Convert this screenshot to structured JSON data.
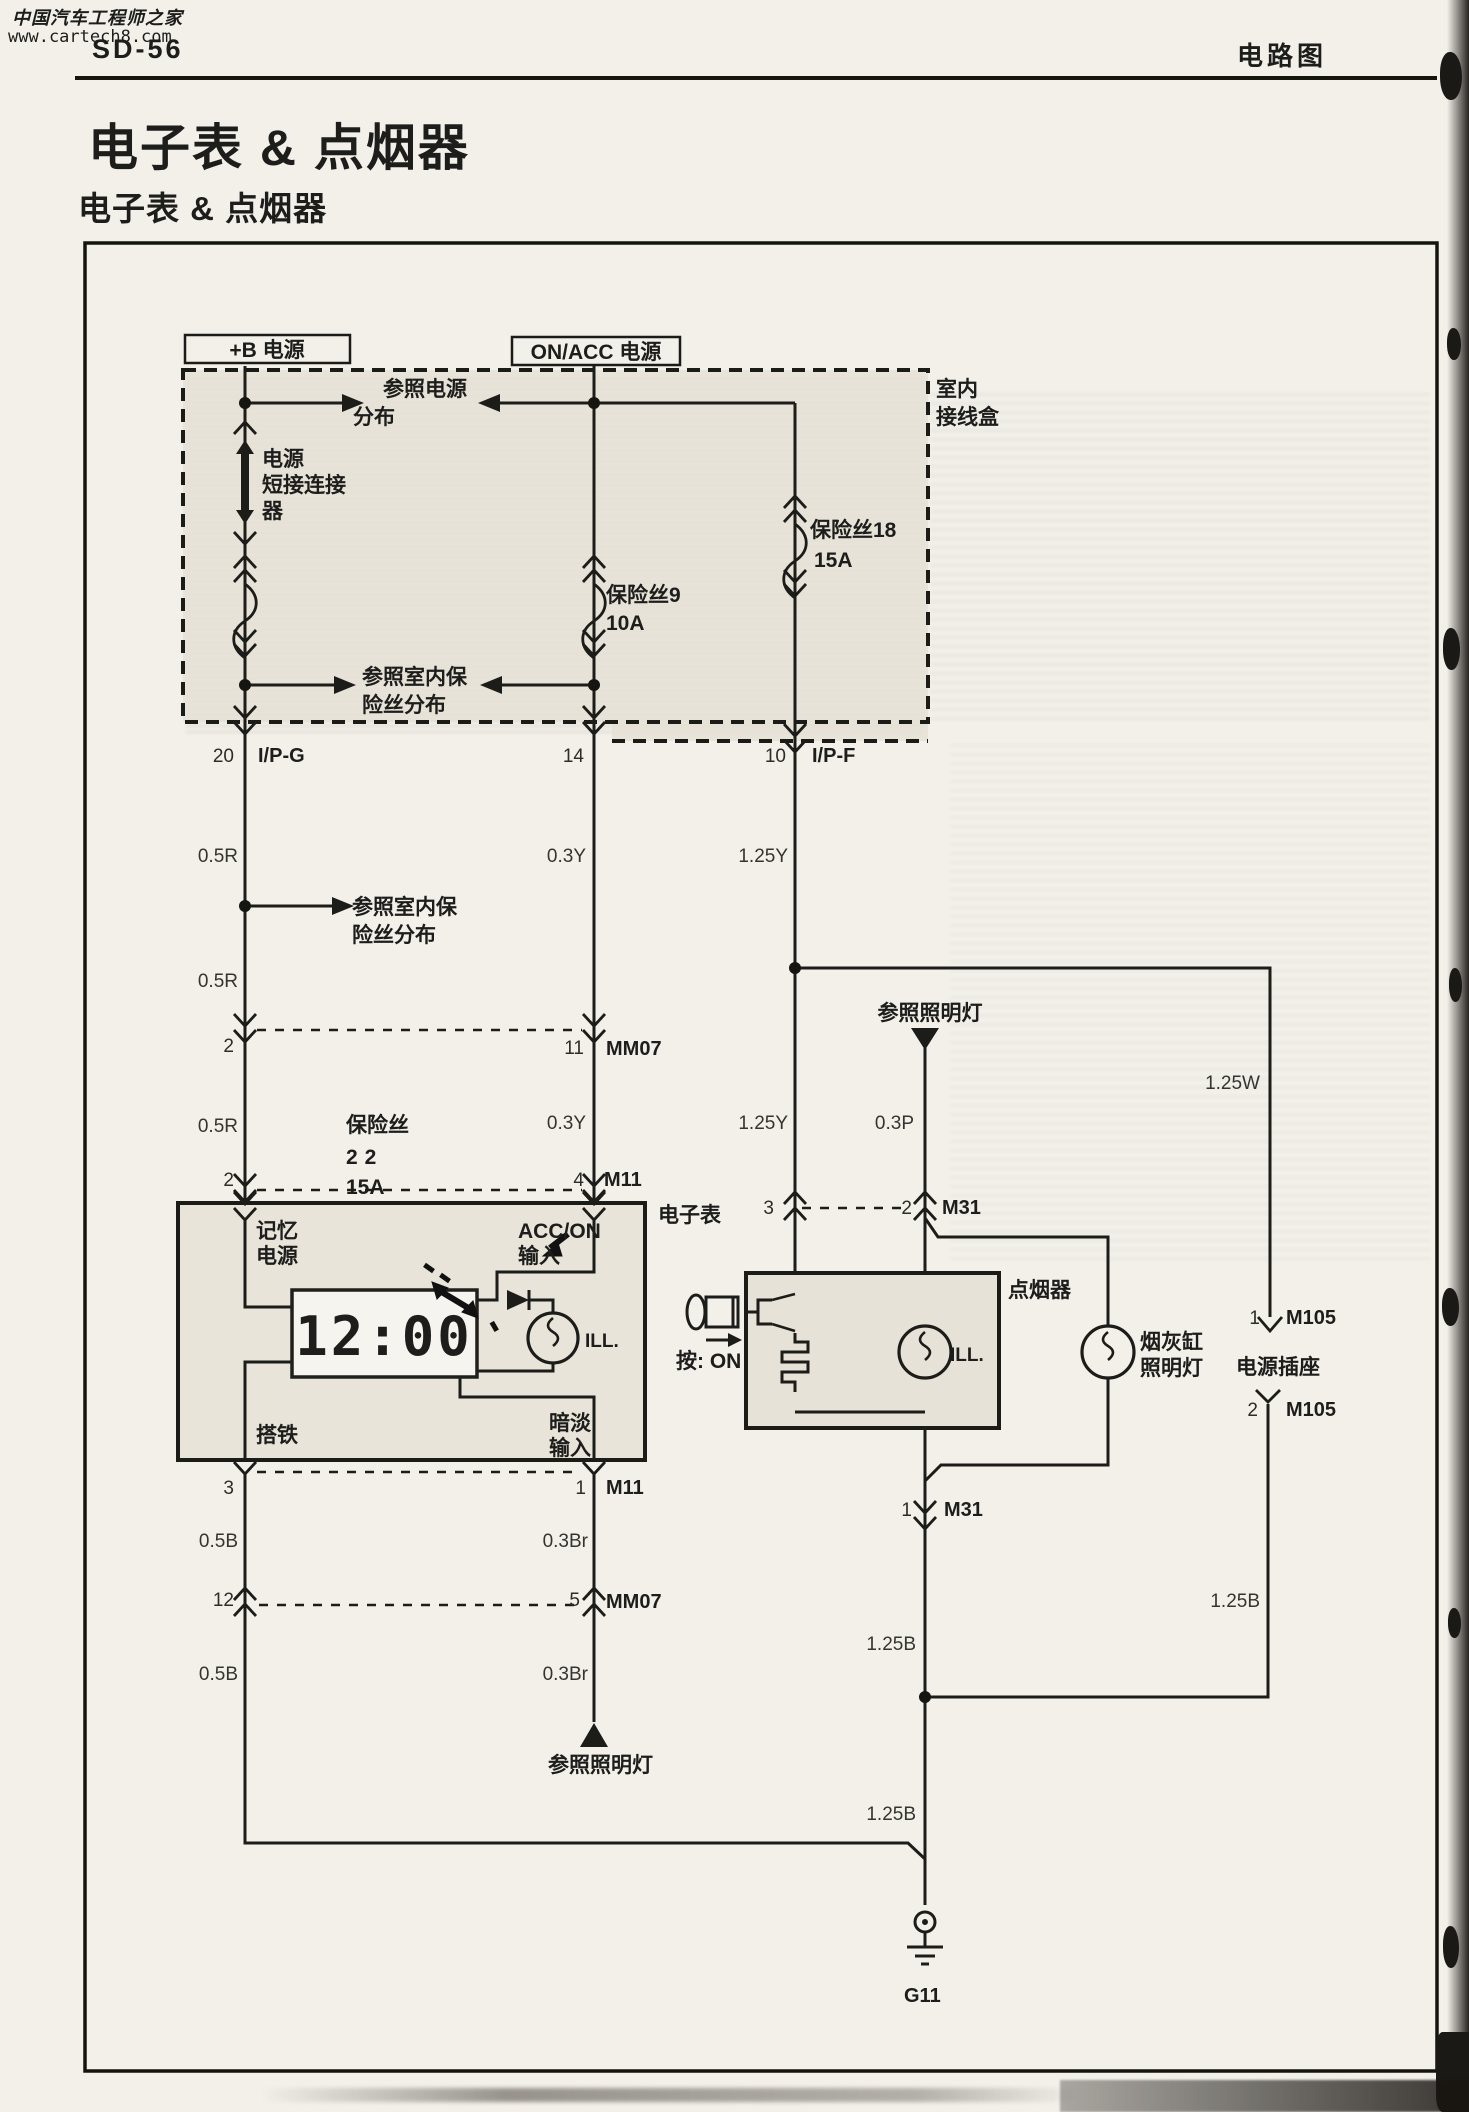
{
  "header": {
    "site": "中国汽车工程师之家",
    "url": "www.cartech8.com",
    "code": "SD-56",
    "right": "电路图"
  },
  "title": {
    "main": "电子表 & 点烟器",
    "sub": "电子表 & 点烟器"
  },
  "top": {
    "b_plus": "+B 电源",
    "on_acc": "ON/ACC 电源",
    "room1": "室内",
    "room2": "接线盒",
    "ref_power1": "参照电源",
    "ref_power2": "分布",
    "short1": "电源",
    "short2": "短接连接",
    "short3": "器",
    "ref_fuse1": "参照室内保",
    "ref_fuse2": "险丝分布",
    "fuse9": "保险丝9",
    "fuse9_a": "10A",
    "fuse18": "保险丝18",
    "fuse18_a": "15A"
  },
  "fuse22": {
    "name": "保险丝",
    "num": "22",
    "amp": "15A"
  },
  "pins": {
    "n1": "1",
    "n2": "2",
    "n3": "3",
    "n4": "4",
    "n5": "5",
    "n10": "10",
    "n11": "11",
    "n12": "12",
    "n14": "14",
    "n20": "20"
  },
  "conn": {
    "ipg": "I/P-G",
    "ipf": "I/P-F",
    "mm07": "MM07",
    "m11": "M11",
    "m31": "M31",
    "m105": "M105"
  },
  "wire": {
    "r05": "0.5R",
    "y03": "0.3Y",
    "y125": "1.25Y",
    "w125": "1.25W",
    "p03": "0.3P",
    "b05": "0.5B",
    "br03": "0.3Br",
    "b125": "1.25B"
  },
  "ref": {
    "illum": "参照照明灯"
  },
  "clock": {
    "label": "电子表",
    "mem1": "记忆",
    "mem2": "电源",
    "acc1": "ACC/ON",
    "acc2": "输入",
    "gnd": "搭铁",
    "dim1": "暗淡",
    "dim2": "输入",
    "time": "12:00",
    "ill": "ILL."
  },
  "lighter": {
    "label": "点烟器",
    "press": "按: ON",
    "ill": "ILL."
  },
  "ashtray": {
    "l1": "烟灰缸",
    "l2": "照明灯"
  },
  "socket": {
    "label": "电源插座"
  },
  "ground": {
    "g11": "G11"
  }
}
